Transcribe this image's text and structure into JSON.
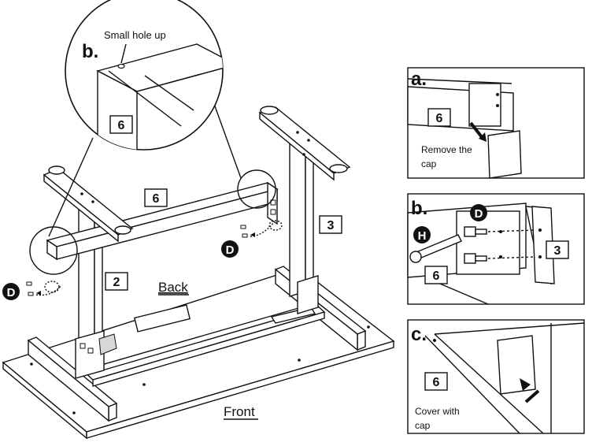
{
  "main": {
    "zoom_label": "b.",
    "zoom_note": "Small hole up",
    "zoom_part": "6",
    "part_beam": "6",
    "part_left_leg": "2",
    "part_right_leg": "3",
    "screw_left": "D",
    "screw_right": "D",
    "back_label": "Back",
    "front_label": "Front"
  },
  "panel_a": {
    "label": "a.",
    "part": "6",
    "note_line1": "Remove the",
    "note_line2": "cap"
  },
  "panel_b": {
    "label": "b.",
    "screw": "D",
    "tool": "H",
    "part_beam": "6",
    "part_leg": "3"
  },
  "panel_c": {
    "label": "c.",
    "part": "6",
    "note_line1": "Cover with",
    "note_line2": "cap"
  }
}
